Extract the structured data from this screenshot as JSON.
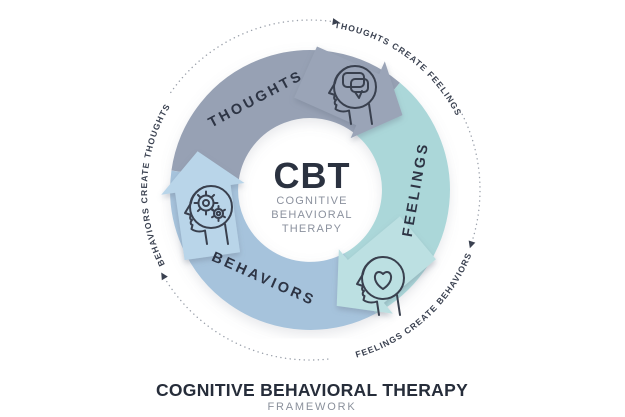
{
  "center": {
    "acronym": "CBT",
    "line1": "COGNITIVE",
    "line2": "BEHAVIORAL",
    "line3": "THERAPY"
  },
  "segments": [
    {
      "id": "thoughts",
      "label": "THOUGHTS",
      "color": "#97a1b4",
      "arrow_color": "#9aa4b7",
      "icon": "thought-bubbles-head-icon"
    },
    {
      "id": "feelings",
      "label": "FEELINGS",
      "color": "#abd7d9",
      "arrow_color": "#bce0e2",
      "icon": "heart-head-icon"
    },
    {
      "id": "behaviors",
      "label": "BEHAVIORS",
      "color": "#a6c3dc",
      "arrow_color": "#b9d5e9",
      "icon": "gears-head-icon"
    }
  ],
  "cycle_labels": [
    {
      "id": "thoughts-create-feelings",
      "text": "THOUGHTS CREATE FEELINGS"
    },
    {
      "id": "feelings-create-behaviors",
      "text": "FEELINGS CREATE BEHAVIORS"
    },
    {
      "id": "behaviors-create-thoughts",
      "text": "BEHAVIORS CREATE THOUGHTS"
    }
  ],
  "caption": {
    "title": "COGNITIVE BEHAVIORAL THERAPY",
    "subtitle": "FRAMEWORK"
  },
  "palette": {
    "background": "#ffffff",
    "thoughts": "#97a1b4",
    "thoughts_arrow": "#9aa4b7",
    "feelings": "#abd7d9",
    "feelings_arrow": "#bce0e2",
    "behaviors": "#a6c3dc",
    "behaviors_arrow": "#b9d5e9",
    "icon_line": "#39404e",
    "dotted_line": "#9ba1ab",
    "heading_text": "#262d3a",
    "muted_text": "#8a909b",
    "segment_label_text": "#2d3444",
    "outer_label_text": "#3a4150"
  }
}
